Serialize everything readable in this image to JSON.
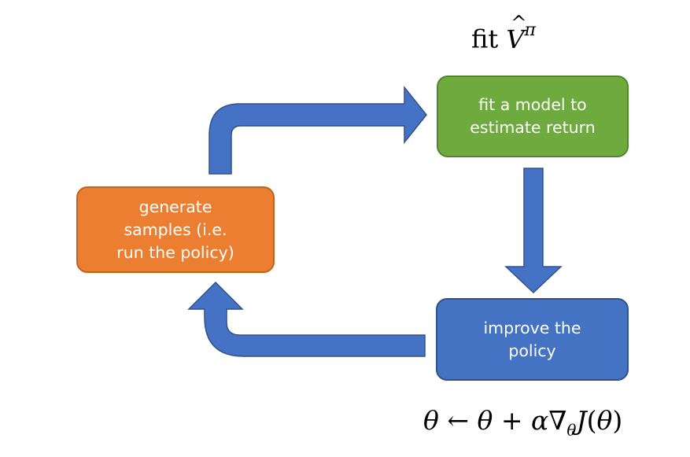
{
  "colors": {
    "arrow_fill": "#4572c4",
    "arrow_stroke": "#2f528f",
    "fit_node": "#6faa3f",
    "generate_node": "#ec7e31",
    "improve_node": "#4573c4"
  },
  "nodes": {
    "fit_model": {
      "label": "fit a model to\nestimate return"
    },
    "generate_samples": {
      "label": "generate\nsamples (i.e.\nrun the policy)"
    },
    "improve_policy": {
      "label": "improve the\npolicy"
    }
  },
  "annotations": {
    "fit_value": "fit V̂^π",
    "policy_update": "θ ← θ + α∇θJ(θ)"
  }
}
